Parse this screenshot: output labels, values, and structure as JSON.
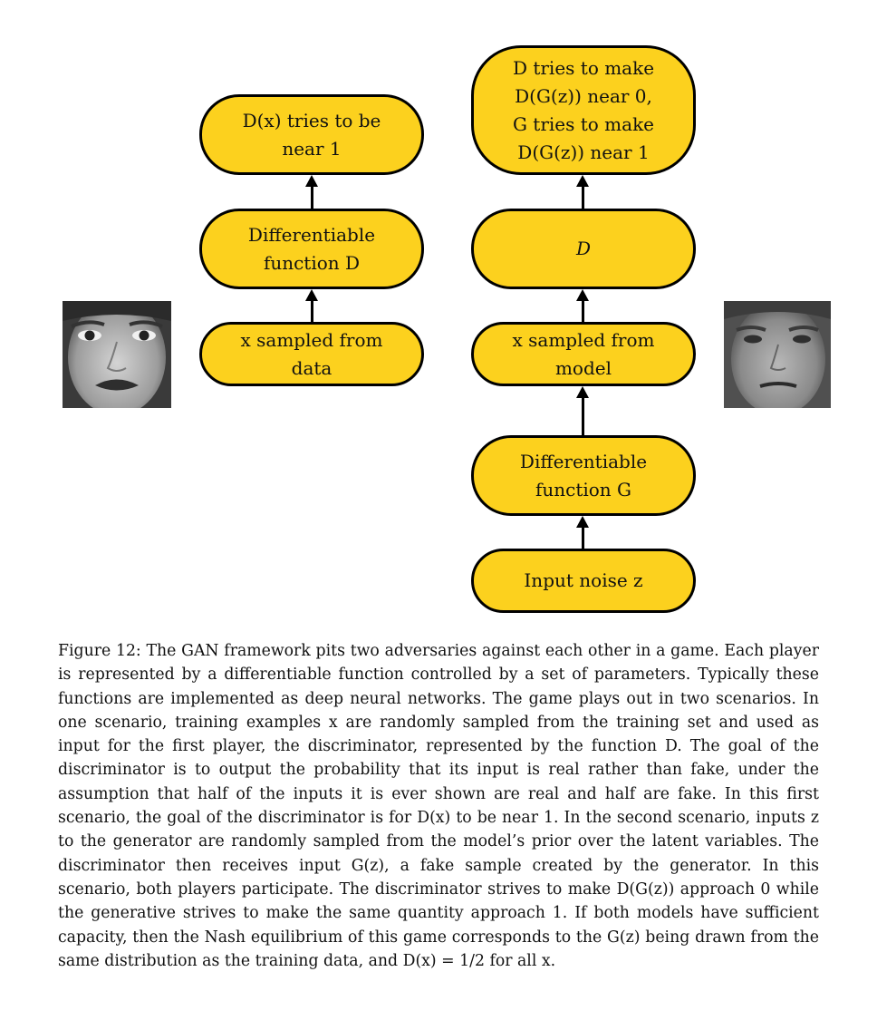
{
  "diagram": {
    "left": {
      "output": {
        "line1": "D(x) tries to be",
        "line2": "near 1"
      },
      "function": {
        "line1": "Differentiable",
        "line2": "function D"
      },
      "input": {
        "line1": "x sampled from",
        "line2": "data"
      }
    },
    "right": {
      "output": {
        "line1": "D tries to make",
        "line2": "D(G(z)) near 0,",
        "line3": "G tries to make",
        "line4": "D(G(z)) near 1"
      },
      "discriminator": {
        "label": "D"
      },
      "sample": {
        "line1": "x sampled from",
        "line2": "model"
      },
      "generator": {
        "line1": "Differentiable",
        "line2": "function G"
      },
      "noise": {
        "label": "Input noise z"
      }
    },
    "colors": {
      "node_fill": "#fcd11e",
      "node_border": "#000000"
    }
  },
  "caption": {
    "text": "Figure 12: The GAN framework pits two adversaries against each other in a game. Each player is represented by a differentiable function controlled by a set of parameters. Typically these functions are implemented as deep neural networks. The game plays out in two scenarios. In one scenario, training examples x are randomly sampled from the training set and used as input for the first player, the discriminator, represented by the function D. The goal of the discriminator is to output the probability that its input is real rather than fake, under the assumption that half of the inputs it is ever shown are real and half are fake. In this first scenario, the goal of the discriminator is for D(x) to be near 1. In the second scenario, inputs z to the generator are randomly sampled from the model’s prior over the latent variables. The discriminator then receives input G(z), a fake sample created by the generator. In this scenario, both players participate. The discriminator strives to make D(G(z)) approach 0 while the generative strives to make the same quantity approach 1. If both models have sufficient capacity, then the Nash equilibrium of this game corresponds to the G(z) being drawn from the same distribution as the training data, and D(x) = 1/2 for all x."
  }
}
